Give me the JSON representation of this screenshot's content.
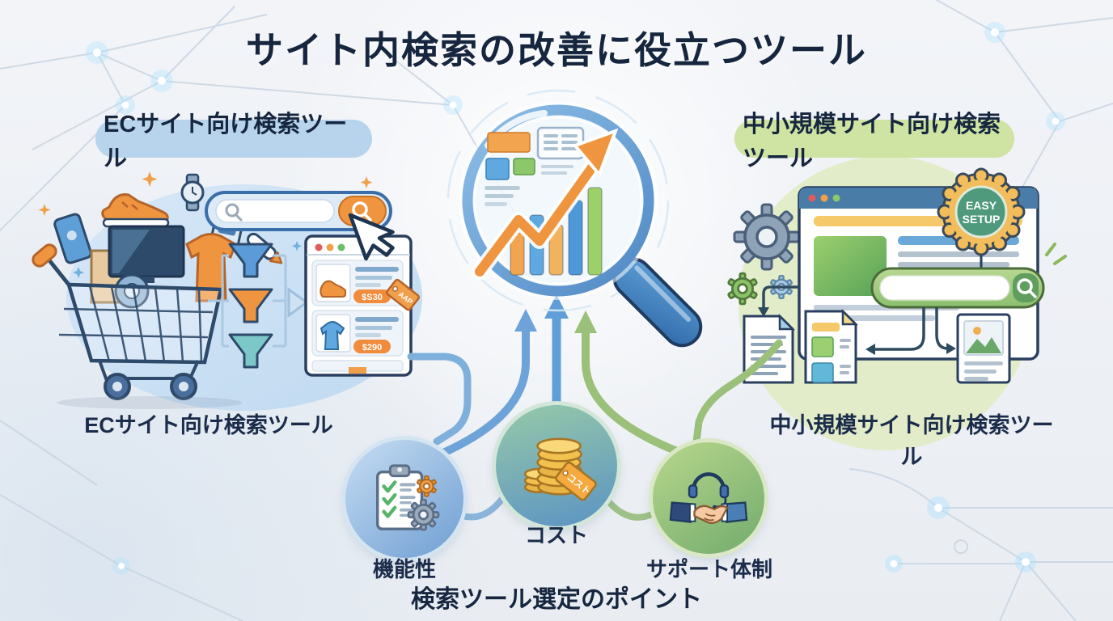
{
  "title": "サイト内検索の改善に役立つツール",
  "left_section": {
    "badge": "ECサイト向け検索ツール",
    "caption": "ECサイト向け検索ツール",
    "product_window": {
      "prices": [
        "$S30",
        "$290"
      ],
      "tag": "AAP"
    }
  },
  "right_section": {
    "badge": "中小規模サイト向け検索ツール",
    "caption": "中小規模サイト向け検索ツール",
    "setup_badge": {
      "line1": "EASY",
      "line2": "SETUP"
    }
  },
  "selection_points": {
    "caption": "検索ツール選定のポイント",
    "items": [
      {
        "label": "機能性"
      },
      {
        "label": "コスト"
      },
      {
        "label": "サポート体制"
      }
    ],
    "cost_tag": "コスト"
  },
  "icons": [
    "magnifier-chart-icon",
    "shopping-cart-icon",
    "search-bar-icon",
    "funnel-icon",
    "product-window-icon",
    "cursor-icon",
    "browser-window-icon",
    "gear-icon",
    "easy-setup-badge",
    "document-icon",
    "image-document-icon",
    "clipboard-check-icon",
    "coins-icon",
    "handshake-headset-icon",
    "up-arrow-icon",
    "circuit-node-icon"
  ],
  "colors": {
    "background": "#eef1f5",
    "title_text": "#16263f",
    "left_badge_bg": "#b7d4ec",
    "right_badge_bg": "#cfe3a3",
    "accent_orange": "#f0953f",
    "accent_blue": "#5b9bd8",
    "accent_green": "#8cc16a",
    "connector_blue": "#7fb0dc",
    "connector_green": "#9bc07a"
  }
}
